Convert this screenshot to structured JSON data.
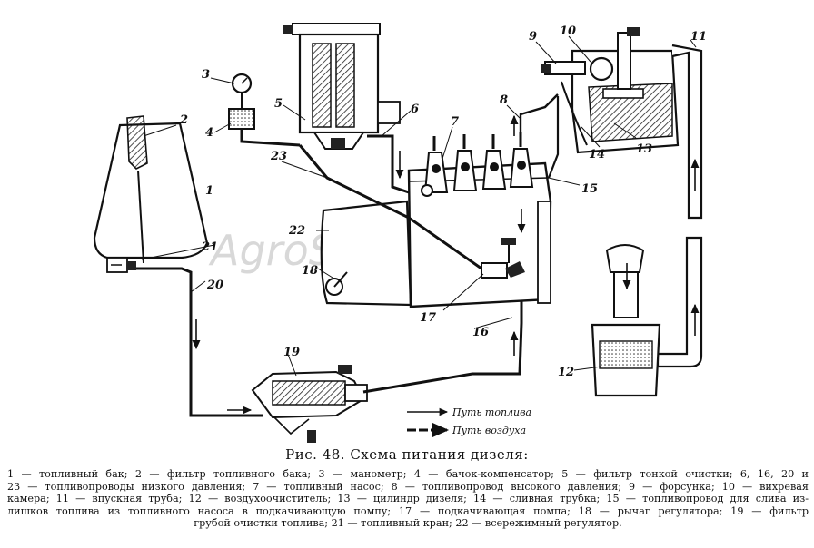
{
  "watermark": "AgroSklad.ua",
  "labels": {
    "n1": "1",
    "n2": "2",
    "n3": "3",
    "n4": "4",
    "n5": "5",
    "n6": "6",
    "n7": "7",
    "n8": "8",
    "n9": "9",
    "n10": "10",
    "n11": "11",
    "n12": "12",
    "n13": "13",
    "n14": "14",
    "n15": "15",
    "n16": "16",
    "n17": "17",
    "n18": "18",
    "n19": "19",
    "n20": "20",
    "n21": "21",
    "n22": "22",
    "n23": "23"
  },
  "legend": {
    "fuel_path": "Путь топлива",
    "air_path": "Путь воздуха"
  },
  "caption": {
    "title": "Рис. 48. Схема питания дизеля:",
    "lines": [
      "1 — топливный бак; 2 — фильтр топливного бака; 3 — манометр; 4 — бачок-компенсатор; 5 — фильтр тонкой очистки; 6, 16, 20 и",
      "23 — топливопроводы низкого давления; 7 — топливный насос; 8 — топливопровод высокого давления; 9 — форсунка; 10 — вихревая",
      "камера; 11 — впускная труба; 12 — воздухоочиститель; 13 — цилиндр дизеля; 14 — сливная трубка; 15 — топливопровод для слива из-",
      "лишков топлива из топливного насоса в подкачивающую помпу; 17 — подкачивающая помпа; 18 — рычаг регулятора; 19 — фильтр",
      "грубой очистки топлива; 21 — топливный кран; 22 — всережимный регулятор."
    ]
  }
}
